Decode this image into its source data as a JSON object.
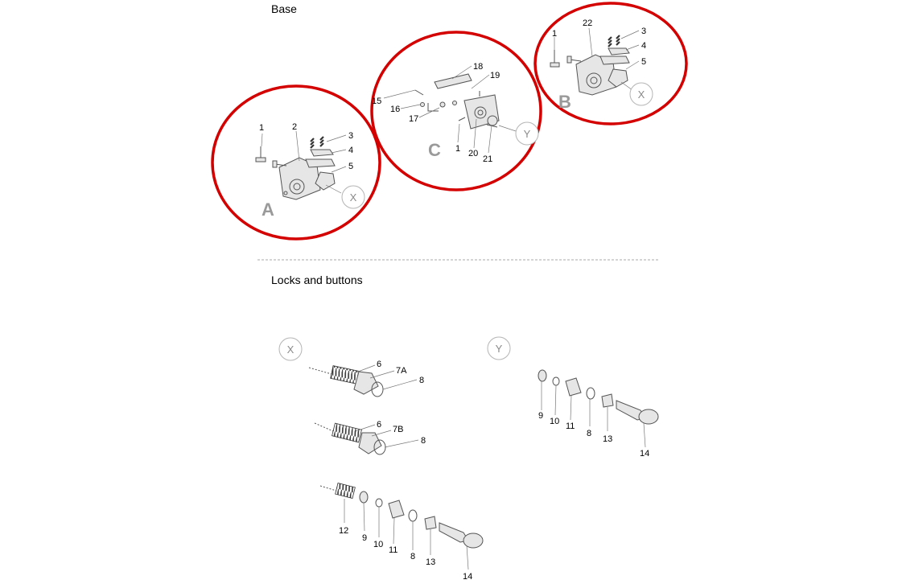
{
  "sections": {
    "base": "Base",
    "locks": "Locks and buttons"
  },
  "base_assemblies": {
    "A": {
      "letter": "A",
      "ref": "X",
      "labels": [
        "1",
        "2",
        "3",
        "4",
        "5"
      ]
    },
    "B": {
      "letter": "B",
      "ref": "X",
      "labels": [
        "1",
        "22",
        "3",
        "4",
        "5"
      ]
    },
    "C": {
      "letter": "C",
      "ref": "Y",
      "labels": [
        "15",
        "16",
        "17",
        "18",
        "19",
        "1",
        "20",
        "21"
      ]
    }
  },
  "lock_groups": {
    "X": {
      "ref": "X",
      "row1": [
        "6",
        "7A",
        "8"
      ],
      "row2": [
        "6",
        "7B",
        "8"
      ],
      "row3": [
        "12",
        "9",
        "10",
        "11",
        "8",
        "13",
        "14"
      ]
    },
    "Y": {
      "ref": "Y",
      "row1": [
        "9",
        "10",
        "11",
        "8",
        "13",
        "14"
      ]
    }
  },
  "colors": {
    "highlight": "#d40000",
    "letters": "#9a9a9a"
  }
}
